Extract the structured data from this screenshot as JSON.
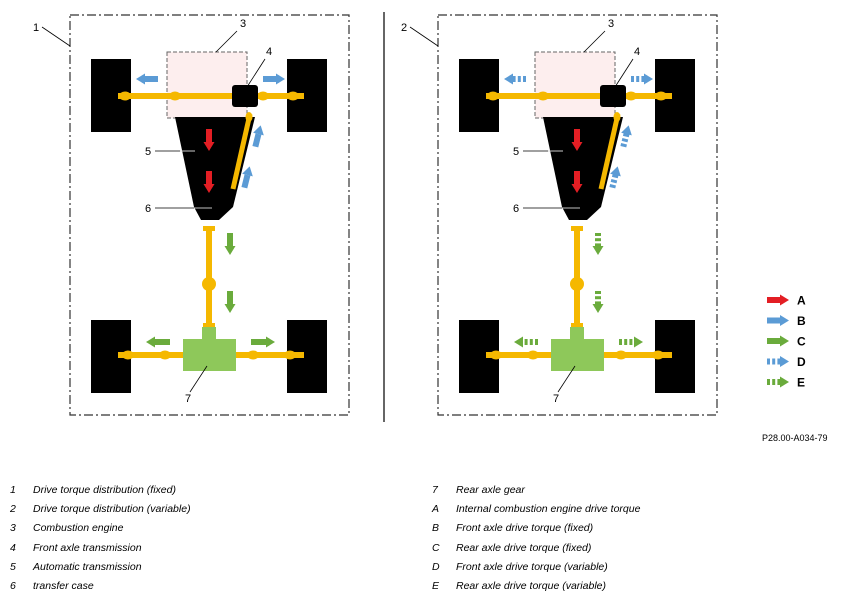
{
  "diagram": {
    "panels": [
      {
        "number": "1",
        "pattern": "solid"
      },
      {
        "number": "2",
        "pattern": "dashed"
      }
    ],
    "component_numbers": [
      "3",
      "4",
      "5",
      "6",
      "7"
    ],
    "legend": [
      {
        "letter": "A",
        "color": "#e31e24",
        "pattern": "solid"
      },
      {
        "letter": "B",
        "color": "#5b9bd5",
        "pattern": "solid"
      },
      {
        "letter": "C",
        "color": "#6aab3c",
        "pattern": "solid"
      },
      {
        "letter": "D",
        "color": "#5b9bd5",
        "pattern": "dashed"
      },
      {
        "letter": "E",
        "color": "#6aab3c",
        "pattern": "dashed"
      }
    ],
    "colors": {
      "shaft": "#f5b800",
      "engine": "#fdeeee",
      "rear_gear": "#8ec85a",
      "transmission": "#000000"
    },
    "figure_ref": "P28.00-A034-79"
  },
  "key": {
    "left": [
      {
        "id": "1",
        "text": "Drive torque distribution (fixed)"
      },
      {
        "id": "2",
        "text": "Drive torque distribution (variable)"
      },
      {
        "id": "3",
        "text": "Combustion engine"
      },
      {
        "id": "4",
        "text": "Front axle transmission"
      },
      {
        "id": "5",
        "text": "Automatic transmission"
      },
      {
        "id": "6",
        "text": "transfer case"
      }
    ],
    "right": [
      {
        "id": "7",
        "text": "Rear axle gear"
      },
      {
        "id": "A",
        "text": "Internal combustion engine drive torque"
      },
      {
        "id": "B",
        "text": "Front axle drive torque (fixed)"
      },
      {
        "id": "C",
        "text": "Rear axle drive torque (fixed)"
      },
      {
        "id": "D",
        "text": "Front axle drive torque (variable)"
      },
      {
        "id": "E",
        "text": "Rear axle drive torque (variable)"
      }
    ]
  }
}
